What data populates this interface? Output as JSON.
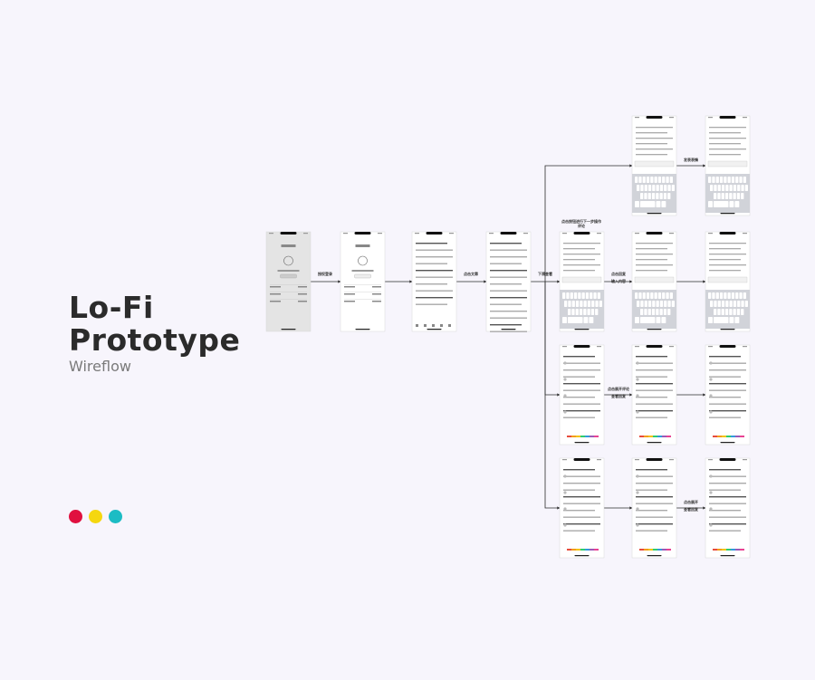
{
  "header": {
    "title_line1": "Lo-Fi",
    "title_line2": "Prototype",
    "subtitle": "Wireflow"
  },
  "dots": [
    "#e0103f",
    "#f5d70f",
    "#1cbcc4"
  ],
  "colors": {
    "connector": "#2b2b2b",
    "screen": "#ffffff",
    "screen_gray": "#e6e6e6"
  },
  "screens": {
    "login": {
      "title": "pH-I",
      "subtitle": "Welcome",
      "button": "登录/注册"
    },
    "feed": {
      "search": "Q 搜索"
    }
  },
  "edge_labels": {
    "login_to_home": "授权登录",
    "home_to_feed": "点击文章",
    "feed_to_article": "下滑查看",
    "reply_top": "点击回复",
    "reply_top_2": "输入内容",
    "emoji_branch": "发表表情",
    "comment_row3": "点击展开评论",
    "comment_row3_2": "查看回复",
    "comment_row4": "点击展开",
    "comment_row4_2": "查看回复"
  },
  "annotation": "点击按钮进行下一步操作\n评论"
}
